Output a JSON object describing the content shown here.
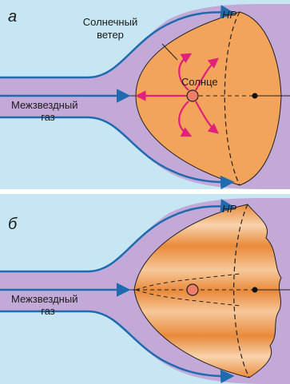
{
  "panels": [
    {
      "letter": "а",
      "hp_label": "HP",
      "solar_wind_label_line1": "Солнечный",
      "solar_wind_label_line2": "ветер",
      "sun_label": "Солнце",
      "gas_label_line1": "Межзвездный",
      "gas_label_line2": "газ"
    },
    {
      "letter": "б",
      "hp_label": "HP",
      "gas_label_line1": "Межзвездный",
      "gas_label_line2": "газ"
    }
  ],
  "colors": {
    "background": "#c6e6f3",
    "heliosheath": "#c3a9d7",
    "heliosphere": "#f3a35a",
    "flow_lines": "#1f6bb0",
    "solar_wind_arrows": "#e0207a",
    "sun": "#f07d6a"
  }
}
